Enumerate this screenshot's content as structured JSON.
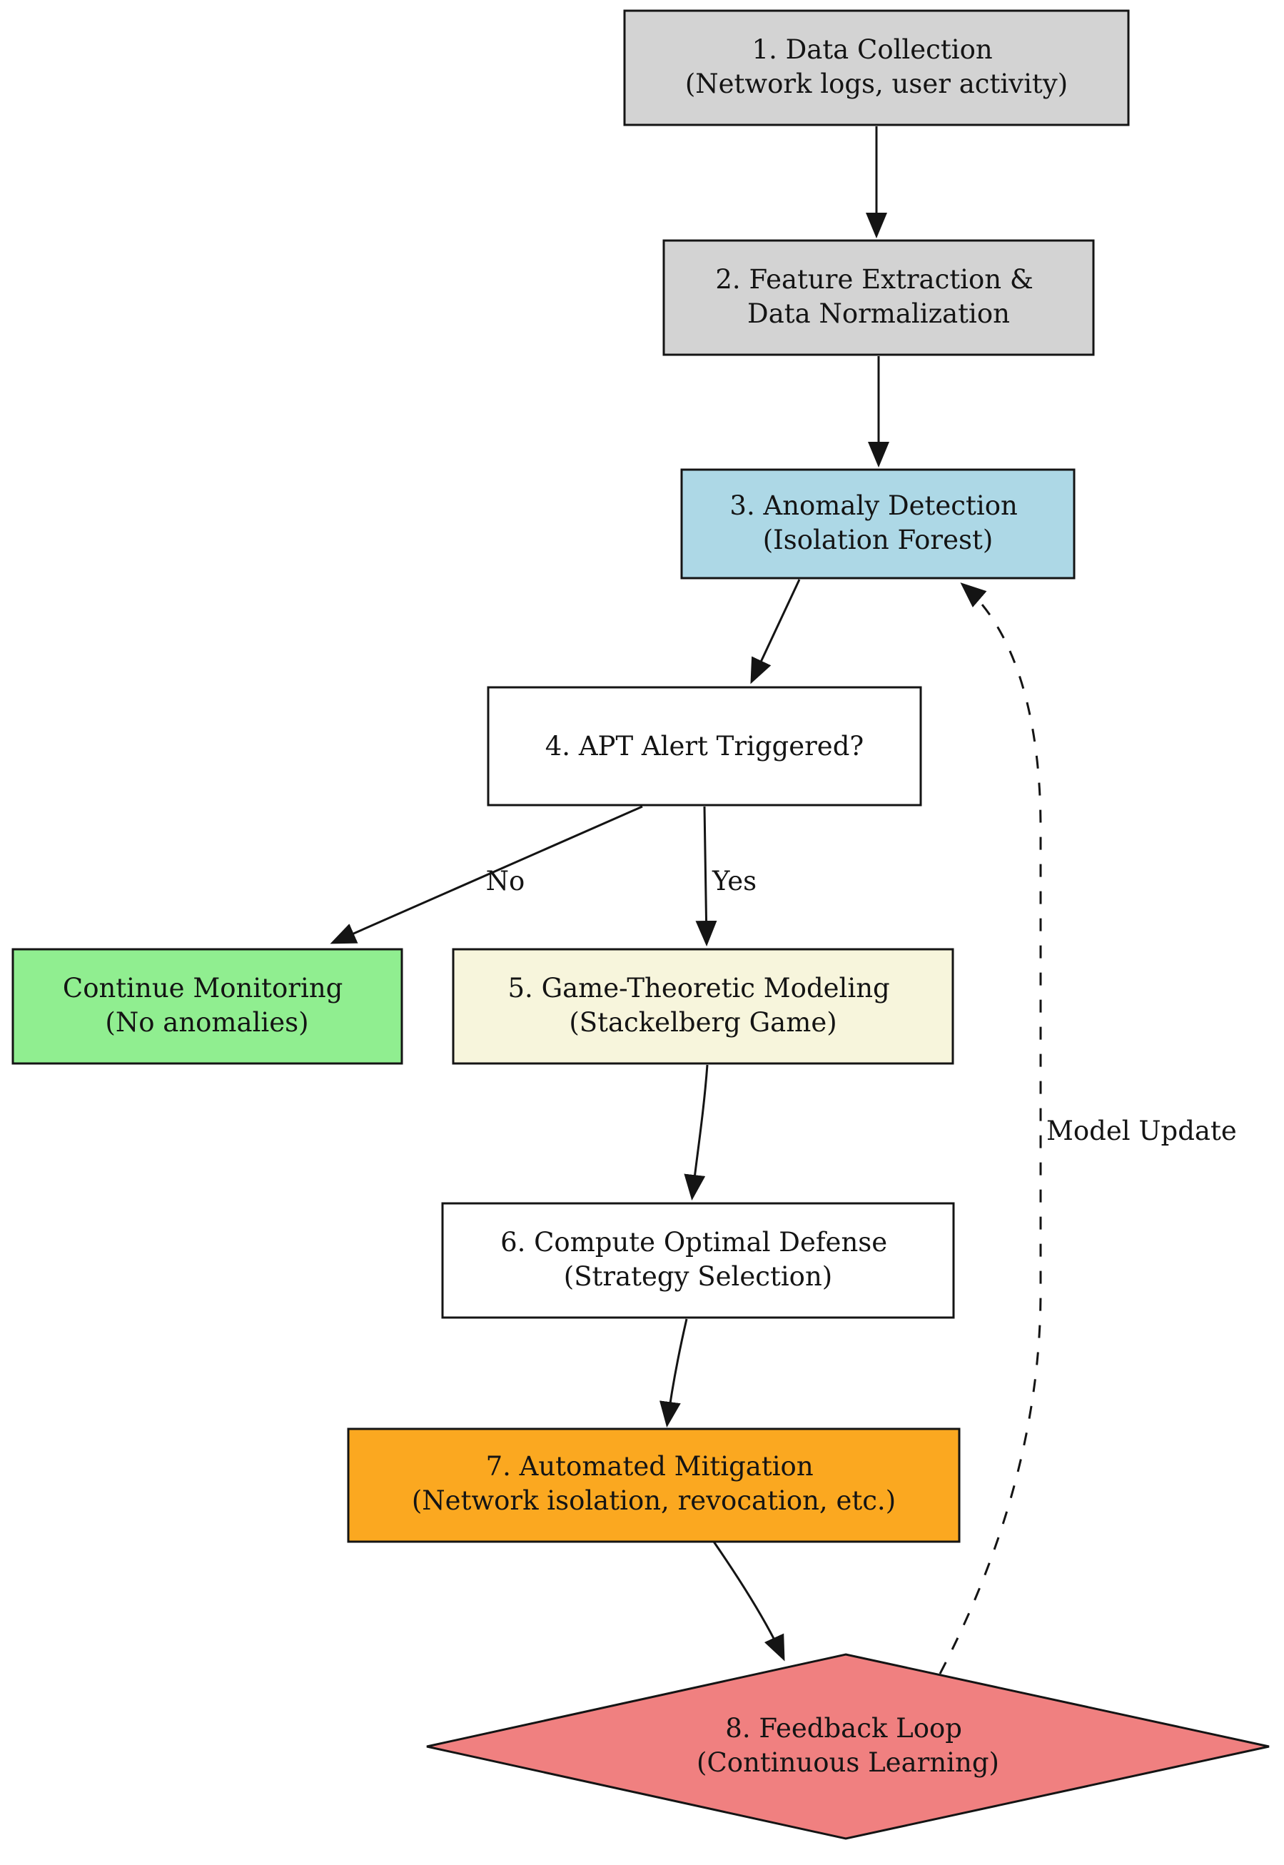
{
  "diagram": {
    "background": "#ffffff",
    "border_color": "#141414",
    "edge_color": "#141414",
    "nodes": {
      "data_collection": {
        "line1": "1. Data Collection",
        "line2": "(Network logs, user activity)",
        "fill": "#d3d3d3"
      },
      "feature_extraction": {
        "line1": "2. Feature Extraction &",
        "line2": "Data Normalization",
        "fill": "#d3d3d3"
      },
      "anomaly_detection": {
        "line1": "3. Anomaly Detection",
        "line2": "(Isolation Forest)",
        "fill": "#add8e6"
      },
      "apt_alert": {
        "line1": "4. APT Alert Triggered?",
        "fill": "#ffffff"
      },
      "continue_monitoring": {
        "line1": "Continue Monitoring",
        "line2": "(No anomalies)",
        "fill": "#90ee90"
      },
      "game_theoretic_modeling": {
        "line1": "5. Game-Theoretic Modeling",
        "line2": "(Stackelberg Game)",
        "fill": "#f7f5dc"
      },
      "compute_optimal_defense": {
        "line1": "6. Compute Optimal Defense",
        "line2": "(Strategy Selection)",
        "fill": "#ffffff"
      },
      "automated_mitigation": {
        "line1": "7. Automated Mitigation",
        "line2": "(Network isolation, revocation, etc.)",
        "fill": "#fba820"
      },
      "feedback_loop": {
        "line1": "8. Feedback Loop",
        "line2": "(Continuous Learning)",
        "fill": "#f08080"
      }
    },
    "edge_labels": {
      "no": "No",
      "yes": "Yes",
      "model_update": "Model Update"
    }
  }
}
